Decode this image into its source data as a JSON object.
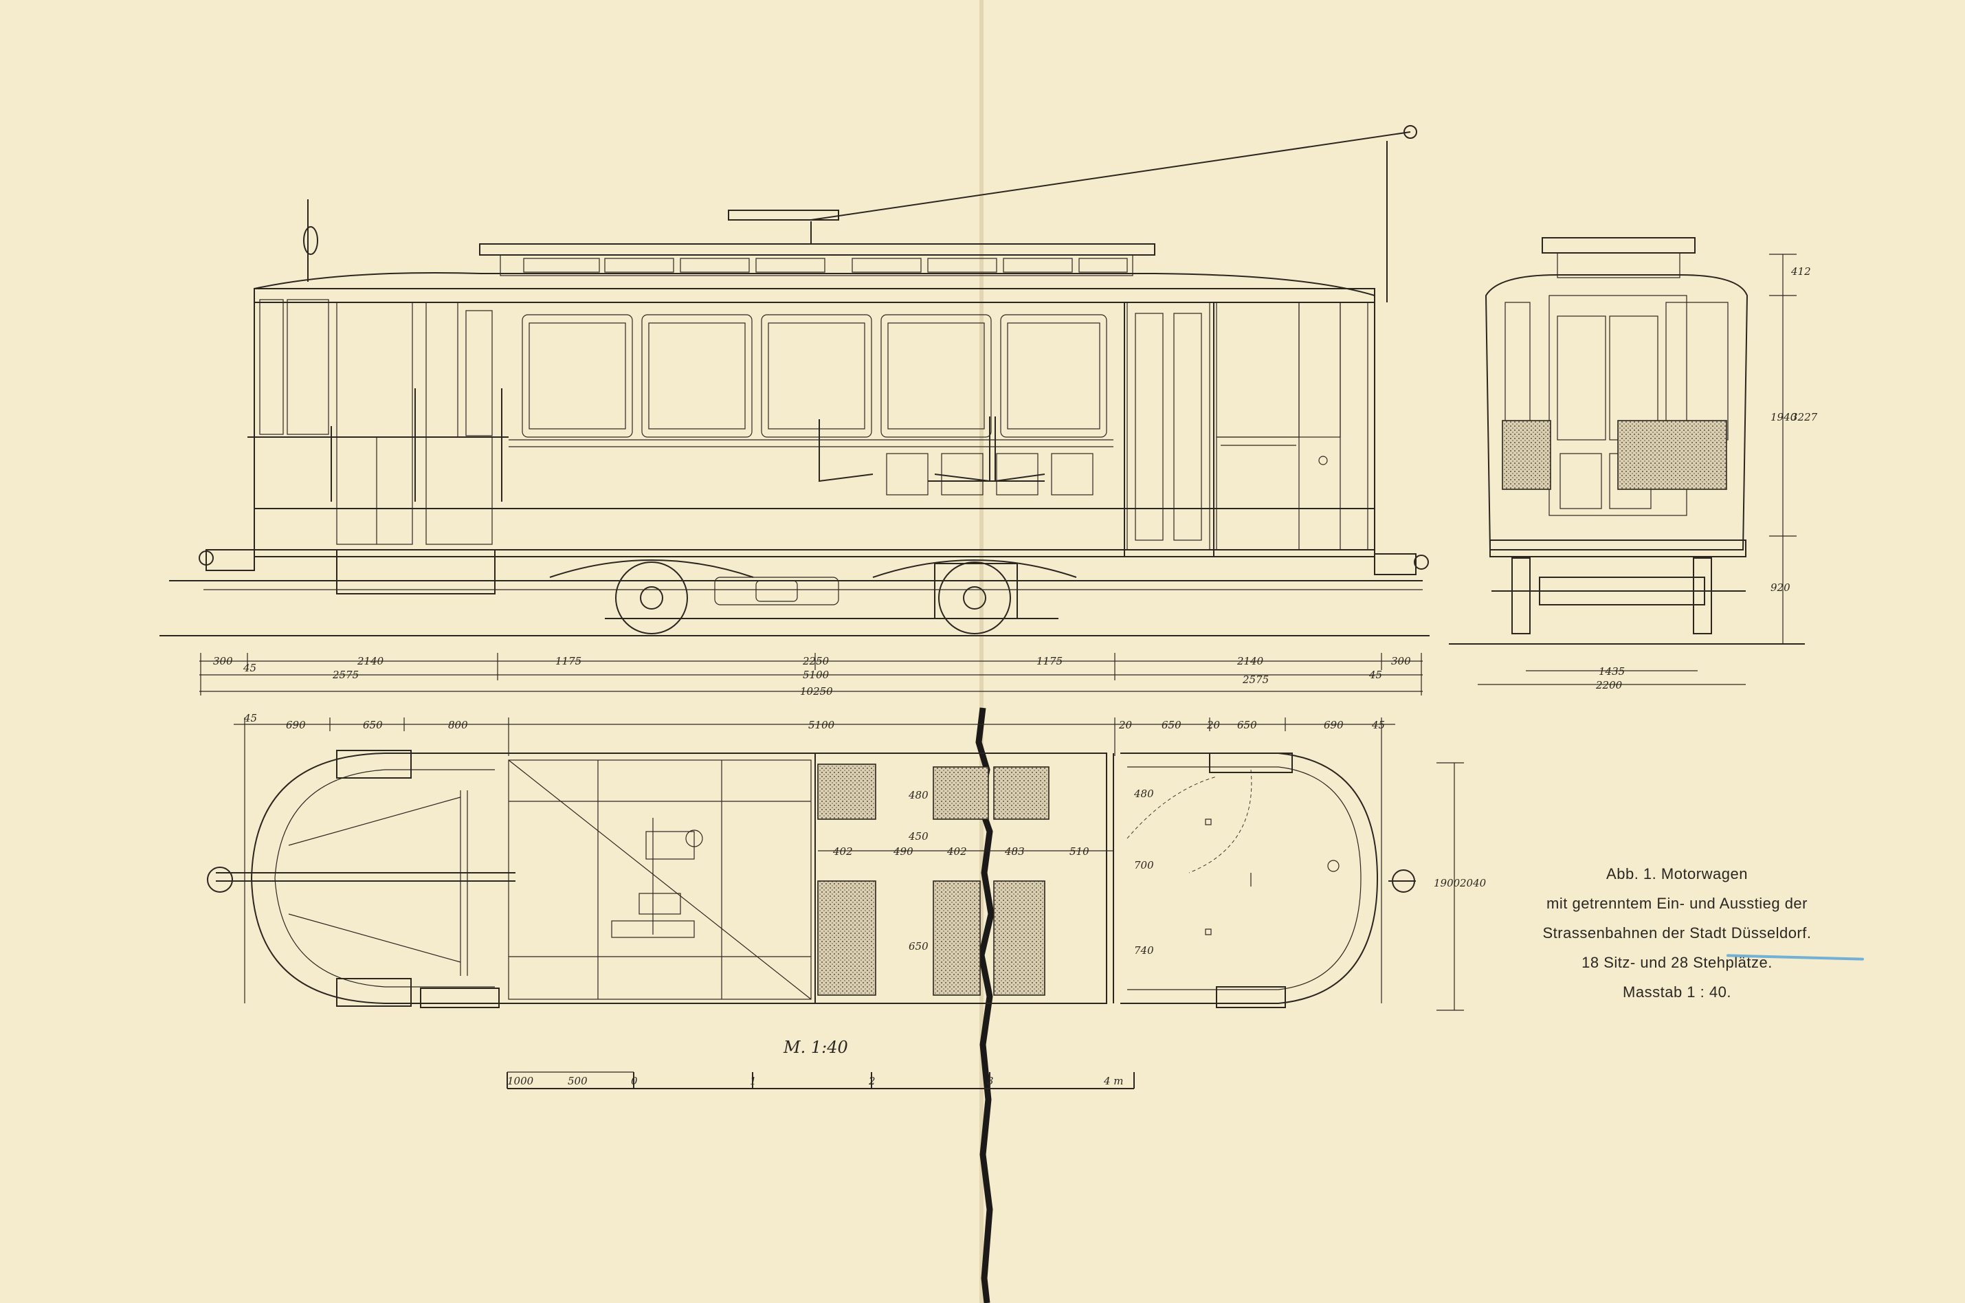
{
  "caption": {
    "line1": "Abb. 1.  Motorwagen",
    "line2": "mit getrenntem Ein- und Ausstieg der",
    "line3": "Strassenbahnen der Stadt Düsseldorf.",
    "line4": "18 Sitz- und 28 Stehplätze.",
    "line5": "Masstab 1 : 40."
  },
  "scale_label": "M. 1:40",
  "side_view_dims": {
    "row1": [
      "300",
      "45",
      "2140",
      "1175",
      "2250",
      "1175",
      "2140",
      "45",
      "300"
    ],
    "row2a": "2575",
    "row2b": "5100",
    "row2c": "2575",
    "overall": "10250"
  },
  "plan_view_dims": {
    "top": [
      "45",
      "690",
      "650",
      "800",
      "5100",
      "20",
      "650",
      "20",
      "650",
      "690",
      "45"
    ],
    "seats_row": [
      "402",
      "490",
      "402",
      "483",
      "510"
    ],
    "seat_depth": [
      "480",
      "450",
      "650",
      "740",
      "700",
      "480"
    ],
    "right": [
      "1900",
      "2040"
    ]
  },
  "end_view_dims": {
    "bottom": [
      "1435",
      "2200"
    ],
    "right": [
      "412",
      "1940",
      "3227",
      "920"
    ]
  },
  "scale_bar": {
    "ticks": [
      "1000",
      "500",
      "0",
      "1",
      "2",
      "3",
      "4 m"
    ]
  },
  "colors": {
    "paper": "#f5eccd",
    "ink": "#2c2620",
    "annotation_blue": "#5aa6d6"
  }
}
